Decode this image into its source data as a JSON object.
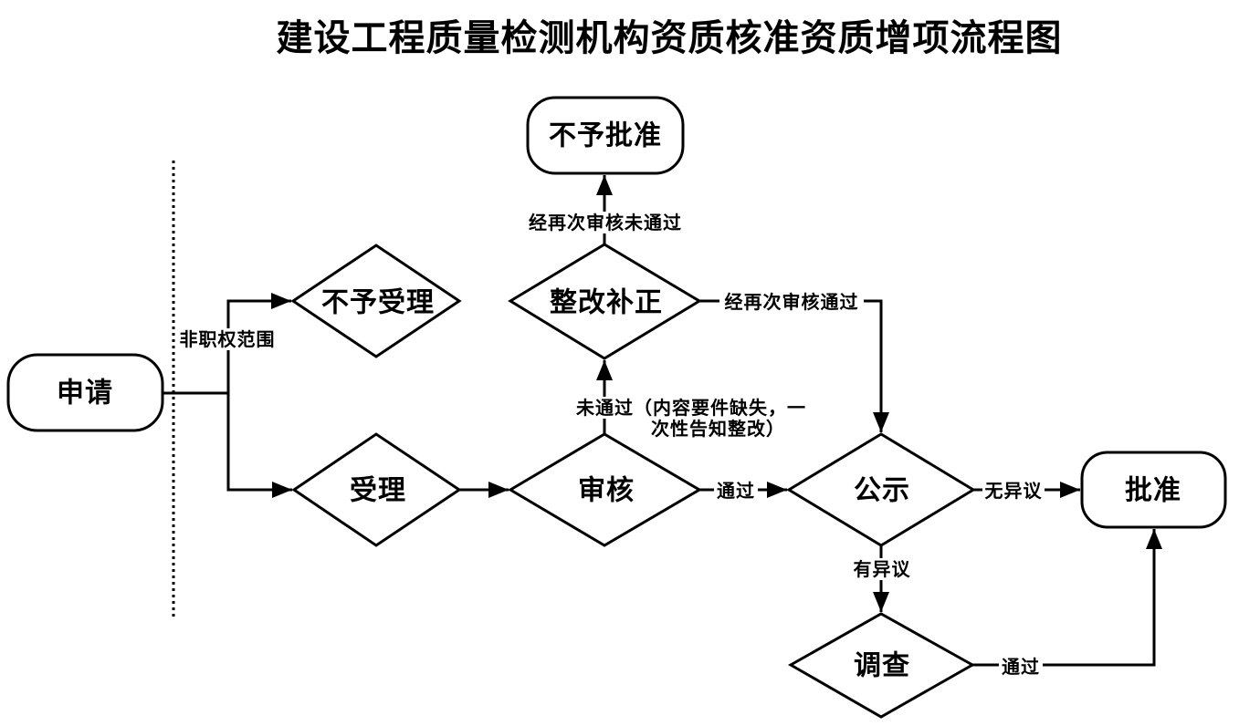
{
  "title": "建设工程质量检测机构资质核准资质增项流程图",
  "colors": {
    "stroke": "#000000",
    "fill": "#ffffff",
    "text": "#000000"
  },
  "nodes": {
    "apply": "申请",
    "not_accepted": "不予受理",
    "accept": "受理",
    "review": "审核",
    "rectify": "整改补正",
    "not_approved": "不予批准",
    "publicity": "公示",
    "approve": "批准",
    "investigate": "调查"
  },
  "edge_labels": {
    "out_of_jurisdiction": "非职权范围",
    "review_pass": "通过",
    "review_fail": [
      "未通过（内容要件缺失，一",
      "次性告知整改）"
    ],
    "re_review_fail": "经再次审核未通过",
    "re_review_pass": "经再次审核通过",
    "no_objection": "无异议",
    "objection": "有异议",
    "investigation_pass": "通过"
  }
}
